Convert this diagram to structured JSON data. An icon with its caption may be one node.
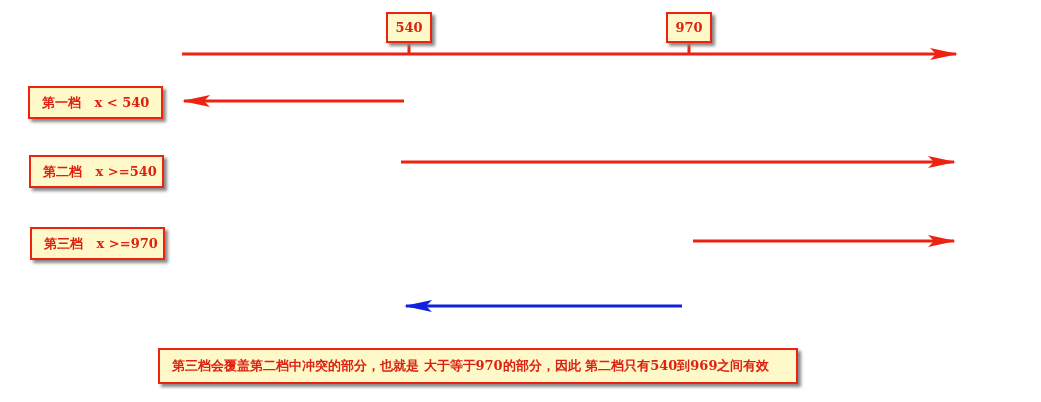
{
  "diagram": {
    "nodes": [
      {
        "text": [
          "540"
        ]
      },
      {
        "text": [
          "970"
        ]
      },
      {
        "text": [
          "第一档   x < 540"
        ]
      },
      {
        "text": [
          "第二档   x >=540"
        ]
      },
      {
        "text": [
          "第三档   x >=970"
        ]
      },
      {
        "text": [
          "第三档会覆盖第二档中冲突的部分，也就是 大于等于970的部分，因此 第二档只有540到969之间有效"
        ]
      },
      {
        "text": [],
        "shape": "bar"
      }
    ],
    "edges": [
      {
        "from": 0,
        "to": 6,
        "arrow": "none"
      },
      {
        "from": 1,
        "to": 6,
        "arrow": "none"
      }
    ]
  }
}
